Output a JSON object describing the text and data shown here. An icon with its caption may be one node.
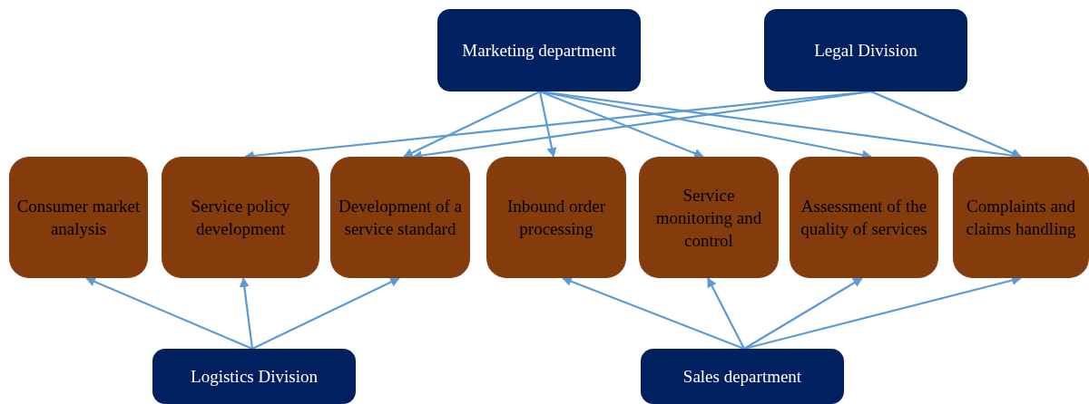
{
  "diagram": {
    "nodes": [
      {
        "text": [
          "Marketing department"
        ]
      },
      {
        "text": [
          "Legal Division"
        ]
      },
      {
        "text": [
          "Consumer market analysis"
        ]
      },
      {
        "text": [
          "Service policy development"
        ]
      },
      {
        "text": [
          "Development of a service standard"
        ]
      },
      {
        "text": [
          "Inbound order processing"
        ]
      },
      {
        "text": [
          "Service monitoring and control"
        ]
      },
      {
        "text": [
          "Assessment of the quality of services"
        ]
      },
      {
        "text": [
          "Complaints and claims handling"
        ]
      },
      {
        "text": [
          "Logistics Division"
        ]
      },
      {
        "text": [
          "Sales department"
        ]
      }
    ],
    "edges": [
      {
        "from": 0,
        "to": 4,
        "arrow": "to"
      },
      {
        "from": 0,
        "to": 5,
        "arrow": "to"
      },
      {
        "from": 0,
        "to": 6,
        "arrow": "to"
      },
      {
        "from": 0,
        "to": 7,
        "arrow": "to"
      },
      {
        "from": 0,
        "to": 8,
        "arrow": "to"
      },
      {
        "from": 1,
        "to": 3,
        "arrow": "to"
      },
      {
        "from": 1,
        "to": 4,
        "arrow": "to"
      },
      {
        "from": 1,
        "to": 8,
        "arrow": "to"
      },
      {
        "from": 9,
        "to": 2,
        "arrow": "to"
      },
      {
        "from": 9,
        "to": 3,
        "arrow": "to"
      },
      {
        "from": 9,
        "to": 4,
        "arrow": "to"
      },
      {
        "from": 10,
        "to": 5,
        "arrow": "to"
      },
      {
        "from": 10,
        "to": 6,
        "arrow": "to"
      },
      {
        "from": 10,
        "to": 7,
        "arrow": "to"
      },
      {
        "from": 10,
        "to": 8,
        "arrow": "to"
      }
    ]
  }
}
